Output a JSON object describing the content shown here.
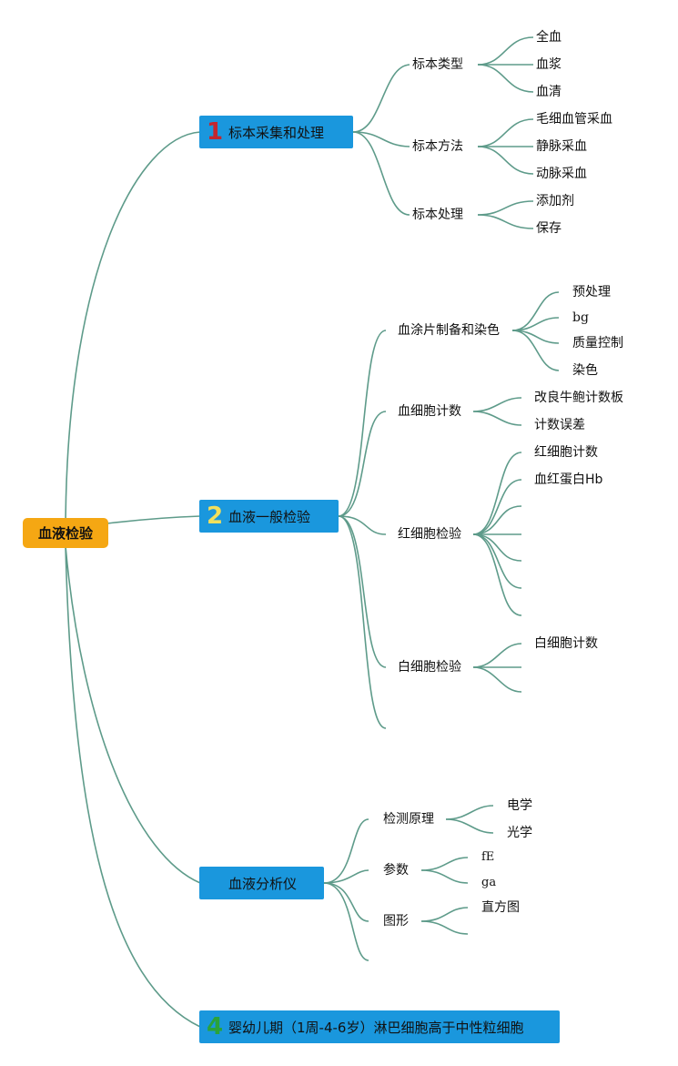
{
  "root": {
    "label": "血液检验"
  },
  "branches": [
    {
      "number": "1",
      "label": "标本采集和处理",
      "groups": [
        {
          "label": "标本类型",
          "leaves": [
            "全血",
            "血浆",
            "血清"
          ]
        },
        {
          "label": "标本方法",
          "leaves": [
            "毛细血管采血",
            "静脉采血",
            "动脉采血"
          ]
        },
        {
          "label": "标本处理",
          "leaves": [
            "添加剂",
            "保存"
          ]
        }
      ]
    },
    {
      "number": "2",
      "label": "血液一般检验",
      "groups": [
        {
          "label": "血涂片制备和染色",
          "leaves": [
            "预处理",
            "bg",
            "质量控制",
            "染色"
          ]
        },
        {
          "label": "血细胞计数",
          "leaves": [
            "改良牛鲍计数板",
            "计数误差"
          ]
        },
        {
          "label": "红细胞检验",
          "leaves": [
            "红细胞计数",
            "血红蛋白Hb",
            "",
            "",
            "",
            "",
            ""
          ]
        },
        {
          "label": "白细胞检验",
          "leaves": [
            "白细胞计数",
            "",
            ""
          ]
        },
        {
          "label": "",
          "leaves": []
        }
      ]
    },
    {
      "number": "",
      "label": "血液分析仪",
      "groups": [
        {
          "label": "检测原理",
          "leaves": [
            "电学",
            "光学"
          ]
        },
        {
          "label": "参数",
          "leaves": [
            "fE",
            "ga"
          ]
        },
        {
          "label": "图形",
          "leaves": [
            "直方图",
            ""
          ]
        },
        {
          "label": "",
          "leaves": []
        }
      ]
    },
    {
      "number": "4",
      "label": "婴幼儿期（1周-4-6岁）淋巴细胞高于中性粒细胞",
      "groups": []
    }
  ]
}
